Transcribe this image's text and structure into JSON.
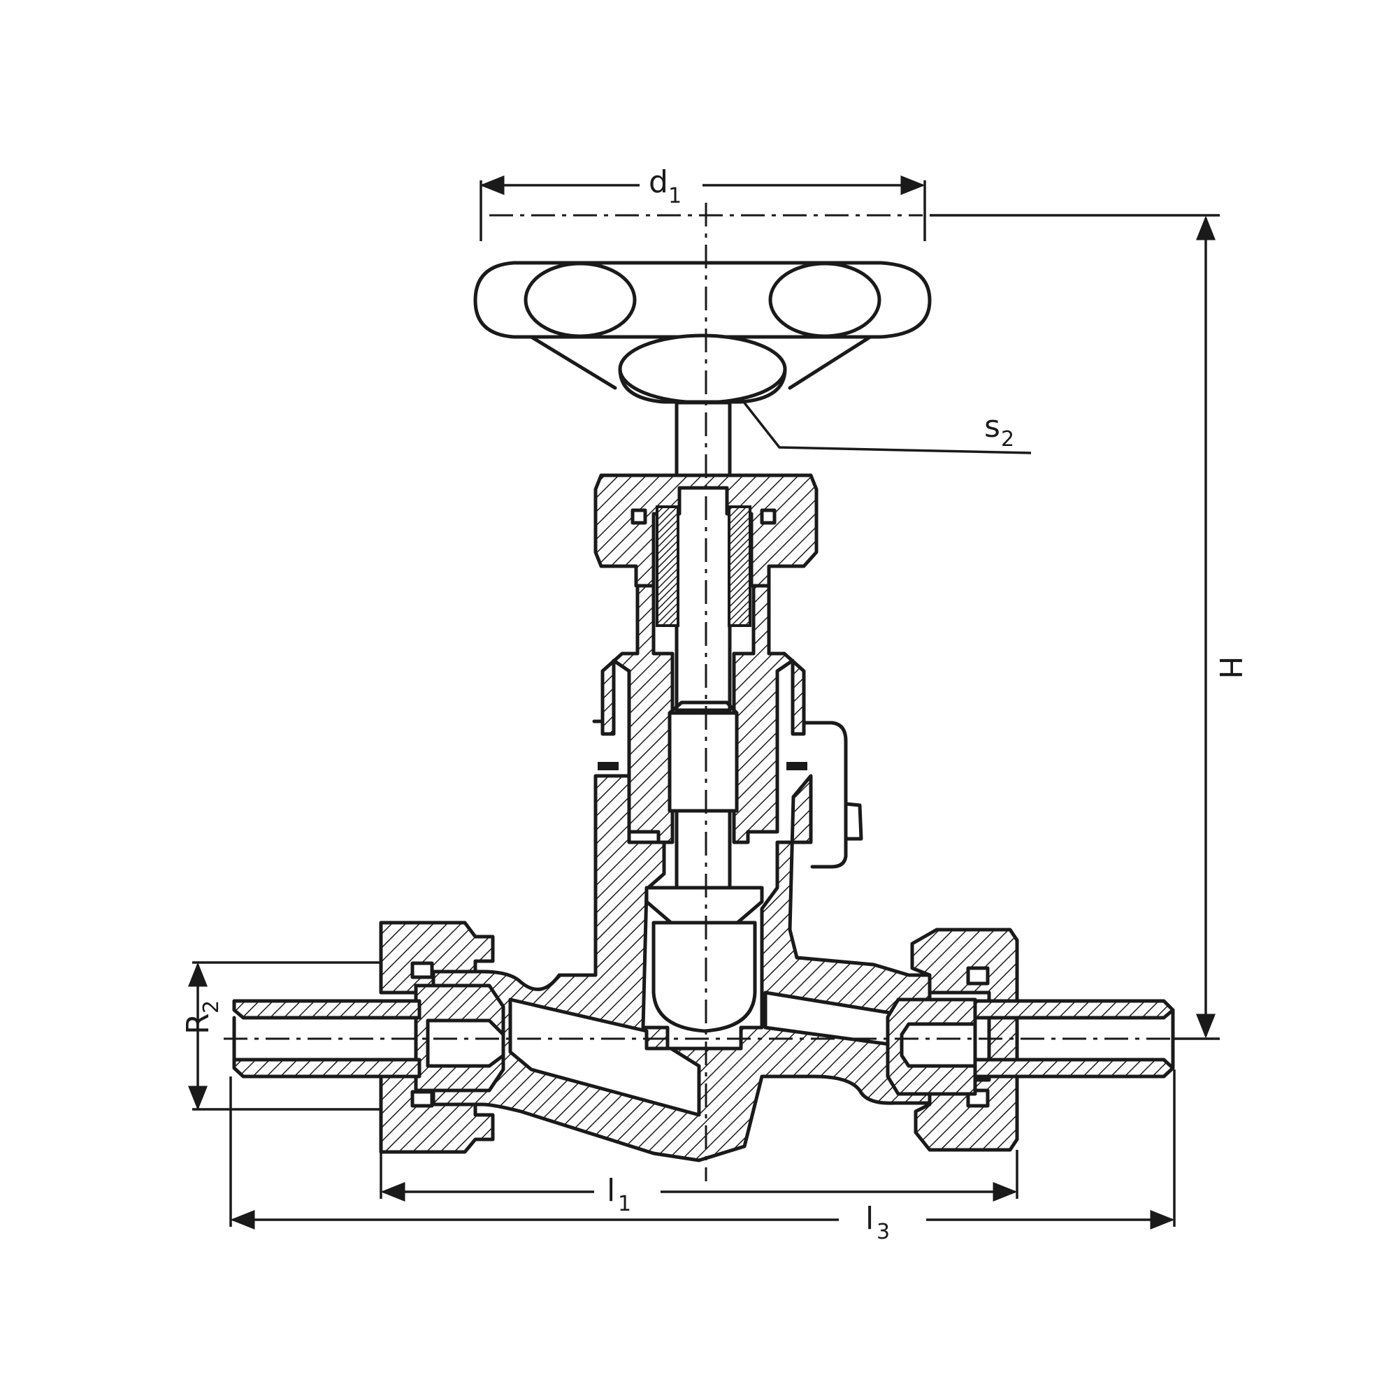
{
  "dimensions": {
    "d1": {
      "main": "d",
      "sub": "1"
    },
    "s2": {
      "main": "s",
      "sub": "2"
    },
    "H": {
      "main": "H",
      "sub": ""
    },
    "R2": {
      "main": "R",
      "sub": "2"
    },
    "l1": {
      "main": "l",
      "sub": "1"
    },
    "l3": {
      "main": "l",
      "sub": "3"
    }
  }
}
